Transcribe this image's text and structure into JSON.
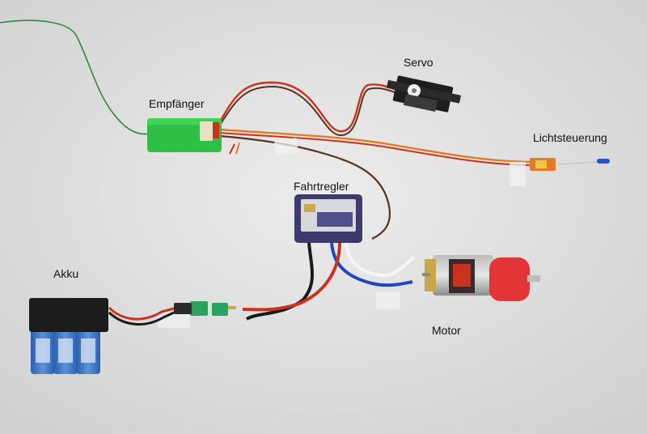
{
  "labels": {
    "servo": "Servo",
    "empfaenger": "Empfänger",
    "lichtsteuerung": "Lichtsteuerung",
    "fahrtregler": "Fahrtregler",
    "akku": "Akku",
    "motor": "Motor"
  },
  "colors": {
    "background": "#dcdcdc",
    "receiver": "#2fbf44",
    "servo": "#1e1e1e",
    "esc": "#3d3a6e",
    "motor_cap": "#e33535",
    "battery": "#2f6fc0",
    "connector": "#2aa35f",
    "wire_red": "#c8321f",
    "wire_orange": "#e07b27",
    "wire_brown": "#5a3220",
    "antenna": "#2f8a3a"
  },
  "icons": [
    "receiver-module",
    "servo-motor",
    "light-controller-board",
    "speed-controller",
    "battery-pack",
    "dc-motor",
    "plug-connector"
  ]
}
